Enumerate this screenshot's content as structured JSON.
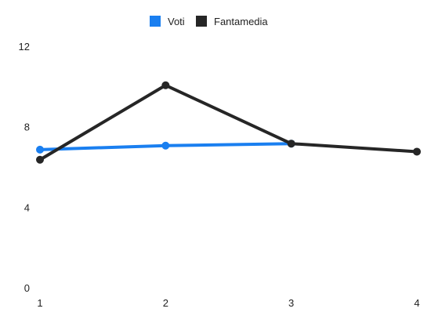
{
  "chart_data": {
    "type": "line",
    "title": "",
    "xlabel": "",
    "ylabel": "",
    "x": [
      1,
      2,
      3,
      4
    ],
    "ylim": [
      0,
      12
    ],
    "yticks": [
      0,
      4,
      8,
      12
    ],
    "grid": false,
    "legend_position": "top-center",
    "series": [
      {
        "name": "Voti",
        "color": "#1a7ff0",
        "values": [
          6.9,
          7.1,
          7.2,
          null
        ]
      },
      {
        "name": "Fantamedia",
        "color": "#262626",
        "values": [
          6.4,
          10.1,
          7.2,
          6.8
        ]
      }
    ]
  }
}
